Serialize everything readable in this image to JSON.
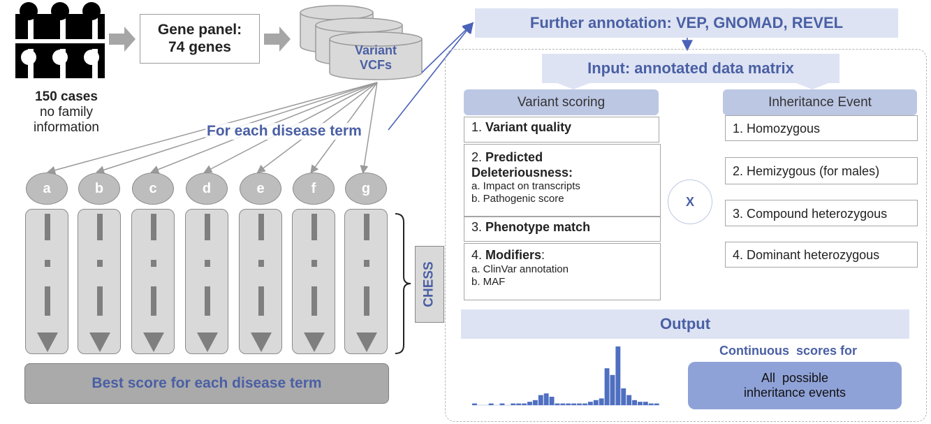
{
  "cases": {
    "count": "150 cases",
    "note": "no family information"
  },
  "gene_panel": {
    "line1": "Gene panel:",
    "line2": "74 genes"
  },
  "vcf": {
    "line1": "Variant",
    "line2": "VCFs"
  },
  "for_each": "For each disease term",
  "columns": [
    "a",
    "b",
    "c",
    "d",
    "e",
    "f",
    "g"
  ],
  "chess": "CHESS",
  "best_score": "Best score for each disease term",
  "further_annotation": "Further annotation: VEP, GNOMAD, REVEL",
  "input_matrix": "Input: annotated data matrix",
  "variant_scoring": {
    "header": "Variant scoring",
    "item1": {
      "num": "1.",
      "title": "Variant quality"
    },
    "item2": {
      "num": "2.",
      "title1": "Predicted",
      "title2": "Deleteriousness:",
      "sub_a": "a. Impact on transcripts",
      "sub_b": "b. Pathogenic score"
    },
    "item3": {
      "num": "3.",
      "title": "Phenotype match"
    },
    "item4": {
      "num": "4.",
      "title": "Modifiers",
      "colon": ":",
      "sub_a": "a. ClinVar annotation",
      "sub_b": "b. MAF"
    }
  },
  "times": "X",
  "inheritance": {
    "header": "Inheritance Event",
    "items": [
      "1. Homozygous",
      "2. Hemizygous (for males)",
      "3. Compound heterozygous",
      "4. Dominant heterozygous"
    ]
  },
  "output": "Output",
  "continuous": "Continuous  scores for",
  "all_possible": {
    "line1": "All  possible",
    "line2": "inheritance events"
  },
  "histogram": [
    0.5,
    0,
    0,
    0.5,
    0,
    0.5,
    0,
    0.5,
    0.5,
    0.5,
    1,
    1.5,
    3,
    3.5,
    2.5,
    0.5,
    0.5,
    0.5,
    0.5,
    0.5,
    0.5,
    1,
    1.5,
    2,
    11,
    9,
    17.5,
    5,
    3,
    1.5,
    1,
    1,
    0.5,
    0.5
  ],
  "colors": {
    "accent_blue": "#4a5fa4",
    "panel_blue": "#dde3f3",
    "header_blue": "#bcc7e4",
    "gray_box": "#aaaaaa"
  }
}
